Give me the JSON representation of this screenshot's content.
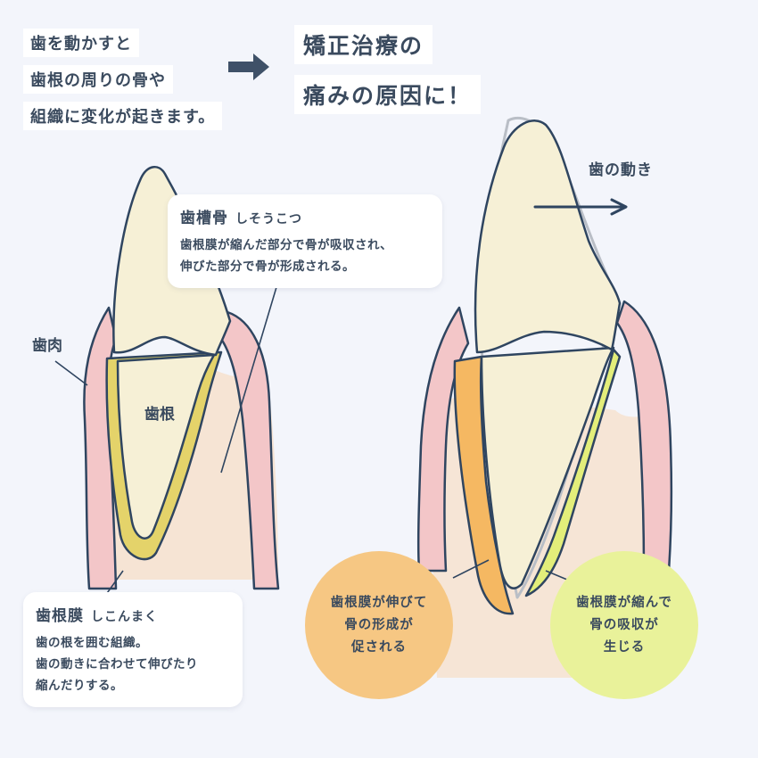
{
  "intro": {
    "lines": [
      "歯を動かすと",
      "歯根の周りの骨や",
      "組織に変化が起きます。"
    ]
  },
  "headline": {
    "lines": [
      "矯正治療の",
      "痛みの原因に！"
    ]
  },
  "labels": {
    "gum": "歯肉",
    "root": "歯根",
    "movement": "歯の動き"
  },
  "alveolar_bone_card": {
    "title": "歯槽骨",
    "reading": "しそうこつ",
    "description_lines": [
      "歯根膜が縮んだ部分で骨が吸収され、",
      "伸びた部分で骨が形成される。"
    ]
  },
  "pdl_card": {
    "title": "歯根膜",
    "reading": "しこんまく",
    "description_lines": [
      "歯の根を囲む組織。",
      "歯の動きに合わせて伸びたり",
      "縮んだりする。"
    ]
  },
  "bubble_stretch": {
    "lines": [
      "歯根膜が伸びて",
      "骨の形成が",
      "促される"
    ],
    "color": "#f6c783"
  },
  "bubble_compress": {
    "lines": [
      "歯根膜が縮んで",
      "骨の吸収が",
      "生じる"
    ],
    "color": "#e9f29a"
  },
  "colors": {
    "background": "#f3f5fb",
    "gum": "#f3c6c8",
    "bone": "#f6e2cf",
    "tooth": "#f6f0d6",
    "outline": "#2f4560",
    "pdl": "#e4d36a",
    "pdl_stretched": "#f5b862",
    "pdl_compressed": "#e3ee7a",
    "text": "#3a4a5e"
  }
}
